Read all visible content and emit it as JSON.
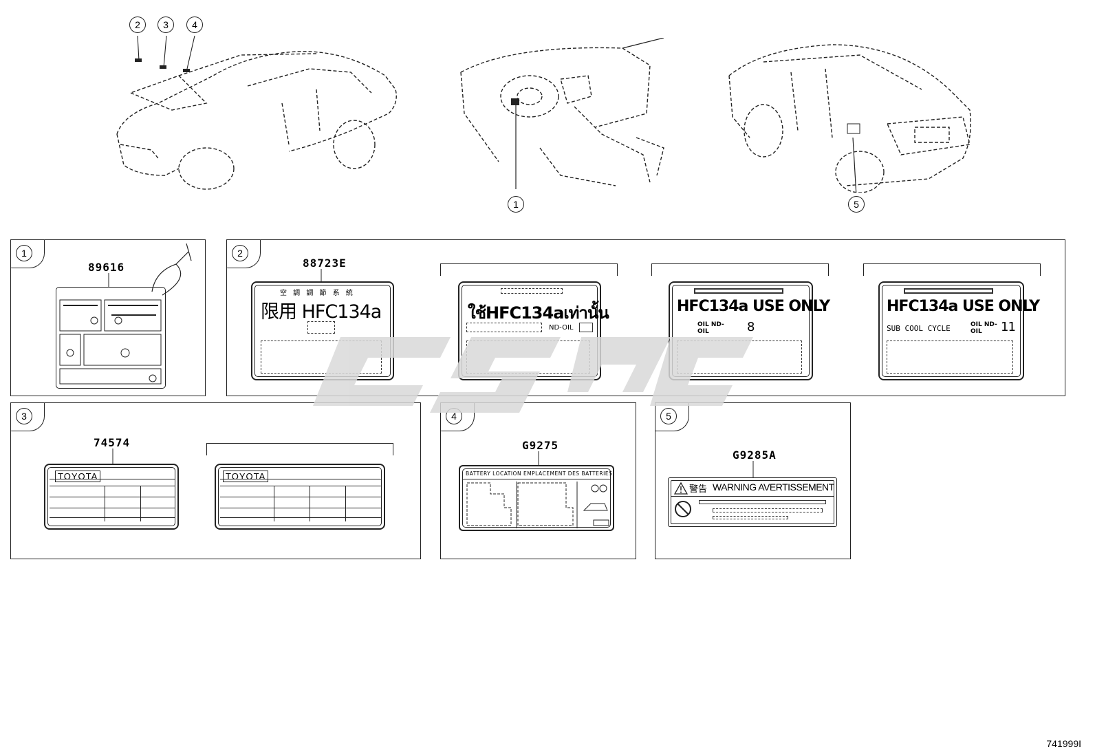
{
  "overview": {
    "callouts": [
      "2",
      "3",
      "4",
      "1",
      "5"
    ]
  },
  "panels": [
    {
      "tab": "1",
      "part_numbers": [
        "89616"
      ]
    },
    {
      "tab": "2",
      "part_numbers": [
        "88723E"
      ],
      "labels": [
        {
          "top_text": "空 調 調 節 系 統",
          "main_text": "限用 HFC134a"
        },
        {
          "main_text": "ใช้HFC134aเท่านั้น",
          "sub_text": "ND-OIL"
        },
        {
          "main_text": "HFC134a USE ONLY",
          "oil_text": "OIL ND-OIL",
          "oil_number": "8"
        },
        {
          "main_text": "HFC134a USE ONLY",
          "sub_text": "SUB COOL CYCLE",
          "oil_text": "OIL ND-OIL",
          "oil_number": "11"
        }
      ]
    },
    {
      "tab": "3",
      "part_numbers": [
        "74574"
      ],
      "brand": "TOYOTA"
    },
    {
      "tab": "4",
      "part_numbers": [
        "G9275"
      ],
      "header_text": "BATTERY LOCATION  EMPLACEMENT DES BATTERIES"
    },
    {
      "tab": "5",
      "part_numbers": [
        "G9285A"
      ],
      "warning_text": "WARNING AVERTISSEMENT",
      "warning_cjk": "警告"
    }
  ],
  "diagram_code": "741999I",
  "colors": {
    "line": "#222222",
    "watermark": "#d9d9d9"
  }
}
